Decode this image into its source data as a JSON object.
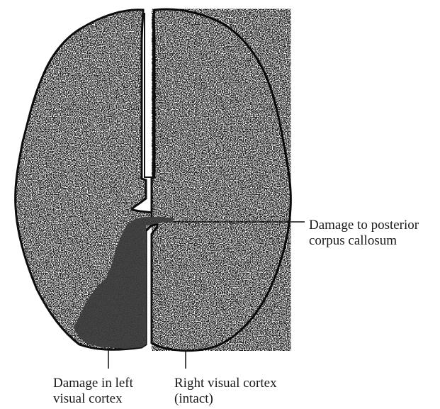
{
  "labels": {
    "callosum_damage": {
      "line1": "Damage to posterior",
      "line2": "corpus callosum"
    },
    "left_cortex_damage": {
      "line1": "Damage in left",
      "line2": "visual cortex"
    },
    "right_cortex": {
      "line1": "Right visual cortex",
      "line2": "(intact)"
    }
  }
}
